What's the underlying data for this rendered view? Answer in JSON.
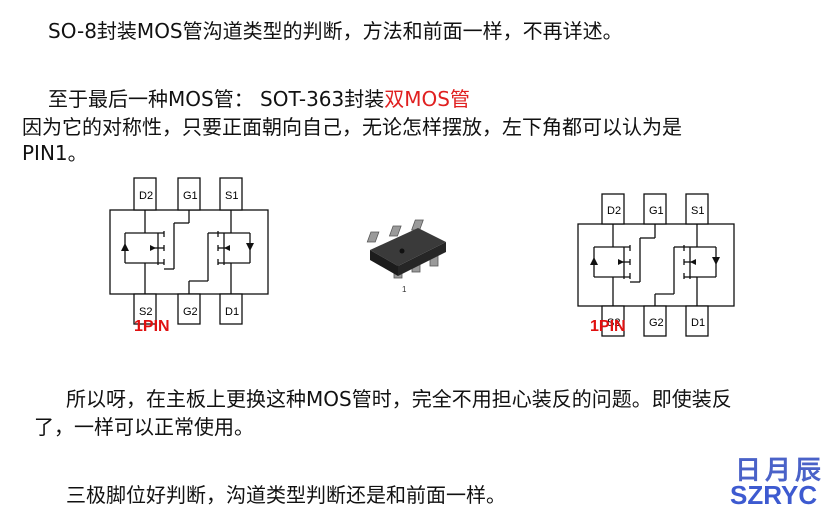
{
  "para1": "SO-8封装MOS管沟道类型的判断，方法和前面一样，不再详述。",
  "para2_lead": "至于最后一种MOS管： SOT-363封装",
  "para2_highlight": "双MOS管",
  "para3_line1": "因为它的对称性，只要正面朝向自己，无论怎样摆放，左下角都可以认为是",
  "para3_line2": "PIN1。",
  "diagram_left": {
    "top_pins": [
      "D2",
      "G1",
      "S1"
    ],
    "bottom_pins": [
      "S2",
      "G2",
      "D1"
    ],
    "pin1_label": "1PIN"
  },
  "chip": {
    "pin_mark": "1"
  },
  "diagram_right": {
    "top_pins": [
      "D2",
      "G1",
      "S1"
    ],
    "bottom_pins": [
      "S2",
      "G2",
      "D1"
    ],
    "pin1_label": "1PIN"
  },
  "para4_line1": "所以呀，在主板上更换这种MOS管时，完全不用担心装反的问题。即使装反",
  "para4_line2": "了，一样可以正常使用。",
  "para5": "三极脚位好判断，沟道类型判断还是和前面一样。",
  "watermark": {
    "cn": "日月辰",
    "en": "SZRYC"
  },
  "colors": {
    "highlight": "#e02020",
    "pin1": "#e01010",
    "watermark": "#3d5ad0"
  }
}
